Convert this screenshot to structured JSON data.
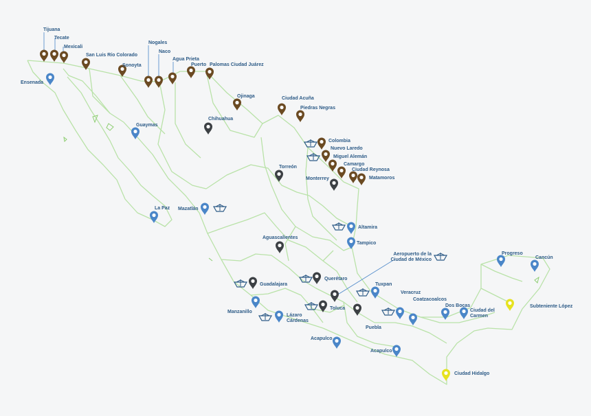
{
  "colors": {
    "background": "#f5f6f7",
    "border_lines": "#b9e2a8",
    "label_text": "#2d5b87",
    "pin_border_crossing": "#6b4a22",
    "pin_inland_customs": "#3c4044",
    "pin_maritime_customs": "#4a86c8",
    "pin_southern_border": "#e6e21f"
  },
  "icons": {
    "pin": "map-pin-icon",
    "ship": "ship-icon"
  },
  "locations": [
    {
      "name": "Tijuana",
      "type": "border_crossing",
      "pin": "pin-tijuana"
    },
    {
      "name": "Tecate",
      "type": "border_crossing",
      "pin": "pin-tecate"
    },
    {
      "name": "Mexicali",
      "type": "border_crossing",
      "pin": "pin-mexicali"
    },
    {
      "name": "San Luis Río Colorado",
      "type": "border_crossing",
      "pin": "pin-san-luis"
    },
    {
      "name": "Sonoyta",
      "type": "border_crossing",
      "pin": "pin-sonoyta"
    },
    {
      "name": "Nogales",
      "type": "border_crossing",
      "pin": "pin-nogales"
    },
    {
      "name": "Naco",
      "type": "border_crossing",
      "pin": "pin-naco"
    },
    {
      "name": "Agua Prieta",
      "type": "border_crossing",
      "pin": "pin-agua-prieta"
    },
    {
      "name": "Puerto",
      "type": "border_crossing",
      "pin": "pin-puerto"
    },
    {
      "name": "Palomas Ciudad Juárez",
      "type": "border_crossing",
      "pin": "pin-palomas"
    },
    {
      "name": "Ojinaga",
      "type": "border_crossing",
      "pin": "pin-ojinaga"
    },
    {
      "name": "Ciudad Acuña",
      "type": "border_crossing",
      "pin": "pin-acuna"
    },
    {
      "name": "Piedras Negras",
      "type": "border_crossing",
      "pin": "pin-piedras-negras"
    },
    {
      "name": "Colombia",
      "type": "border_crossing",
      "pin": "pin-colombia"
    },
    {
      "name": "Nuevo Laredo",
      "type": "border_crossing",
      "pin": "pin-nuevo-laredo"
    },
    {
      "name": "Miguel Alemán",
      "type": "border_crossing",
      "pin": "pin-miguel-aleman"
    },
    {
      "name": "Camargo",
      "type": "border_crossing",
      "pin": "pin-camargo"
    },
    {
      "name": "Ciudad Reynosa",
      "type": "border_crossing",
      "pin": "pin-reynosa"
    },
    {
      "name": "Matamoros",
      "type": "border_crossing",
      "pin": "pin-matamoros"
    },
    {
      "name": "Ensenada",
      "type": "maritime_customs",
      "pin": "pin-ensenada"
    },
    {
      "name": "Guaymas",
      "type": "maritime_customs",
      "pin": "pin-guaymas"
    },
    {
      "name": "La Paz",
      "type": "maritime_customs",
      "pin": "pin-la-paz"
    },
    {
      "name": "Mazatlán",
      "type": "maritime_customs",
      "pin": "pin-mazatlan"
    },
    {
      "name": "Chihuahua",
      "type": "inland_customs",
      "pin": "pin-chihuahua"
    },
    {
      "name": "Torreón",
      "type": "inland_customs",
      "pin": "pin-torreon"
    },
    {
      "name": "Monterrey",
      "type": "inland_customs",
      "pin": "pin-monterrey"
    },
    {
      "name": "Altamira",
      "type": "maritime_customs",
      "pin": "pin-altamira"
    },
    {
      "name": "Tampico",
      "type": "maritime_customs",
      "pin": "pin-tampico"
    },
    {
      "name": "Aguascalientes",
      "type": "inland_customs",
      "pin": "pin-aguascalientes"
    },
    {
      "name": "Aeropuerto de la Ciudad de México",
      "type": "inland_customs",
      "pin": "pin-aeropuerto"
    },
    {
      "name": "Guadalajara",
      "type": "inland_customs",
      "pin": "pin-guadalajara"
    },
    {
      "name": "Querétaro",
      "type": "inland_customs",
      "pin": "pin-queretaro"
    },
    {
      "name": "Manzanillo",
      "type": "maritime_customs",
      "pin": "pin-manzanillo"
    },
    {
      "name": "Lázaro Cárdenas",
      "type": "maritime_customs",
      "pin": "pin-lazaro-cardenas"
    },
    {
      "name": "Toluca",
      "type": "inland_customs",
      "pin": "pin-toluca"
    },
    {
      "name": "Puebla",
      "type": "inland_customs",
      "pin": "pin-puebla"
    },
    {
      "name": "Tuxpan",
      "type": "maritime_customs",
      "pin": "pin-tuxpan"
    },
    {
      "name": "Veracruz",
      "type": "maritime_customs",
      "pin": "pin-veracruz"
    },
    {
      "name": "Coatzacoalcos",
      "type": "maritime_customs",
      "pin": "pin-coatzacoalcos"
    },
    {
      "name": "Dos Bocas",
      "type": "maritime_customs",
      "pin": "pin-dos-bocas"
    },
    {
      "name": "Ciudad del Carmen",
      "type": "maritime_customs",
      "pin": "pin-ciudad-del-carmen"
    },
    {
      "name": "Progreso",
      "type": "maritime_customs",
      "pin": "pin-progreso"
    },
    {
      "name": "Cancún",
      "type": "maritime_customs",
      "pin": "pin-cancun"
    },
    {
      "name": "Subteniente López",
      "type": "southern_border",
      "pin": "pin-subteniente-lopez"
    },
    {
      "name": "Acapulco",
      "type": "maritime_customs",
      "pin": "pin-acapulco-guerrero"
    },
    {
      "name": "Acapulco",
      "type": "maritime_customs",
      "pin": "pin-acapulco-oaxaca"
    },
    {
      "name": "Ciudad Hidalgo",
      "type": "southern_border",
      "pin": "pin-ciudad-hidalgo"
    }
  ]
}
